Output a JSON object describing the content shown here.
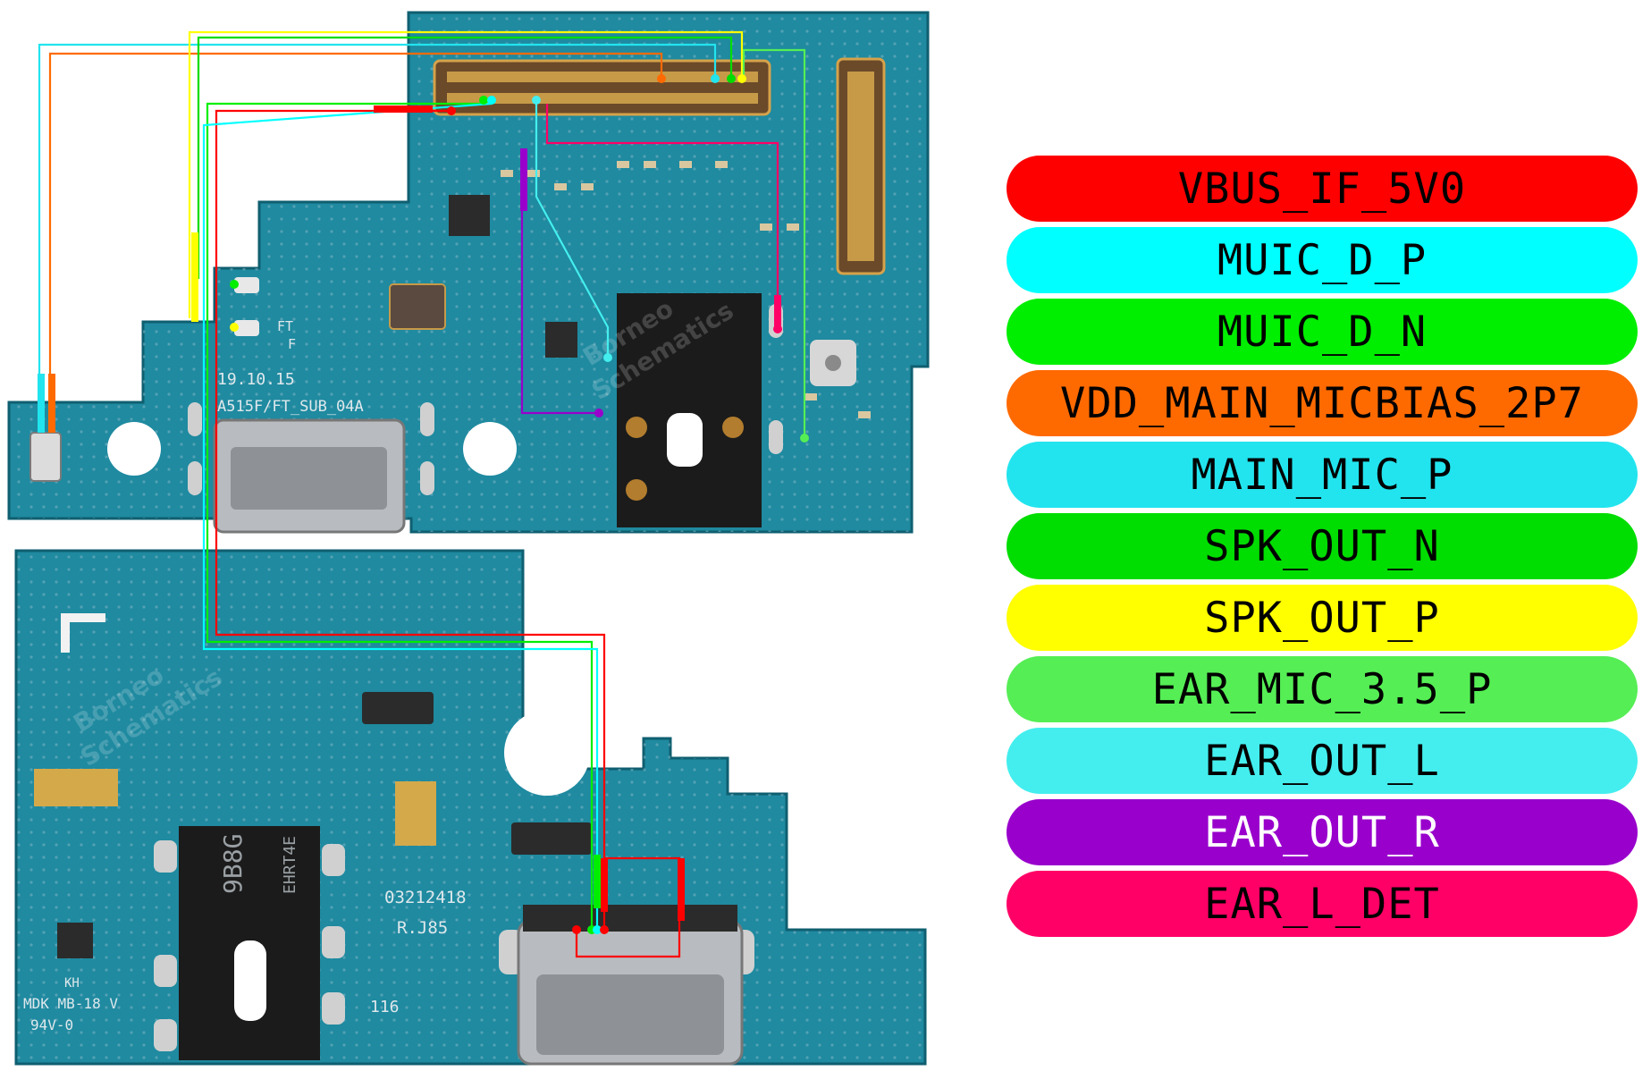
{
  "legend": [
    {
      "label": "VBUS_IF_5V0",
      "color": "#ff0000",
      "text_color": "#000000"
    },
    {
      "label": "MUIC_D_P",
      "color": "#00ffff",
      "text_color": "#000000"
    },
    {
      "label": "MUIC_D_N",
      "color": "#00ee00",
      "text_color": "#000000"
    },
    {
      "label": "VDD_MAIN_MICBIAS_2P7",
      "color": "#ff6a00",
      "text_color": "#000000"
    },
    {
      "label": "MAIN_MIC_P",
      "color": "#22e4ee",
      "text_color": "#000000"
    },
    {
      "label": "SPK_OUT_N",
      "color": "#00dd00",
      "text_color": "#000000"
    },
    {
      "label": "SPK_OUT_P",
      "color": "#ffff00",
      "text_color": "#000000"
    },
    {
      "label": "EAR_MIC_3.5_P",
      "color": "#55ee55",
      "text_color": "#000000"
    },
    {
      "label": "EAR_OUT_L",
      "color": "#44eeee",
      "text_color": "#000000"
    },
    {
      "label": "EAR_OUT_R",
      "color": "#9900cc",
      "text_color": "#ffffff"
    },
    {
      "label": "EAR_L_DET",
      "color": "#ff0066",
      "text_color": "#000000"
    }
  ],
  "board_top": {
    "silkscreen_date": "19.10.15",
    "silkscreen_part": "A515F/FT_SUB_04A",
    "silkscreen_ft": "FT",
    "silkscreen_f": "F"
  },
  "board_bottom": {
    "jack_text": "9B8G",
    "jack_side_text": "EHRT4E",
    "code_text": "03212418",
    "rev_text": "R.J85",
    "mdk_text": "MDK MB-18 V",
    "ul_text": "94V-0",
    "num_text": "116",
    "kh_text": "KH"
  },
  "watermark": {
    "line1": "Borneo",
    "line2": "Schematics"
  }
}
